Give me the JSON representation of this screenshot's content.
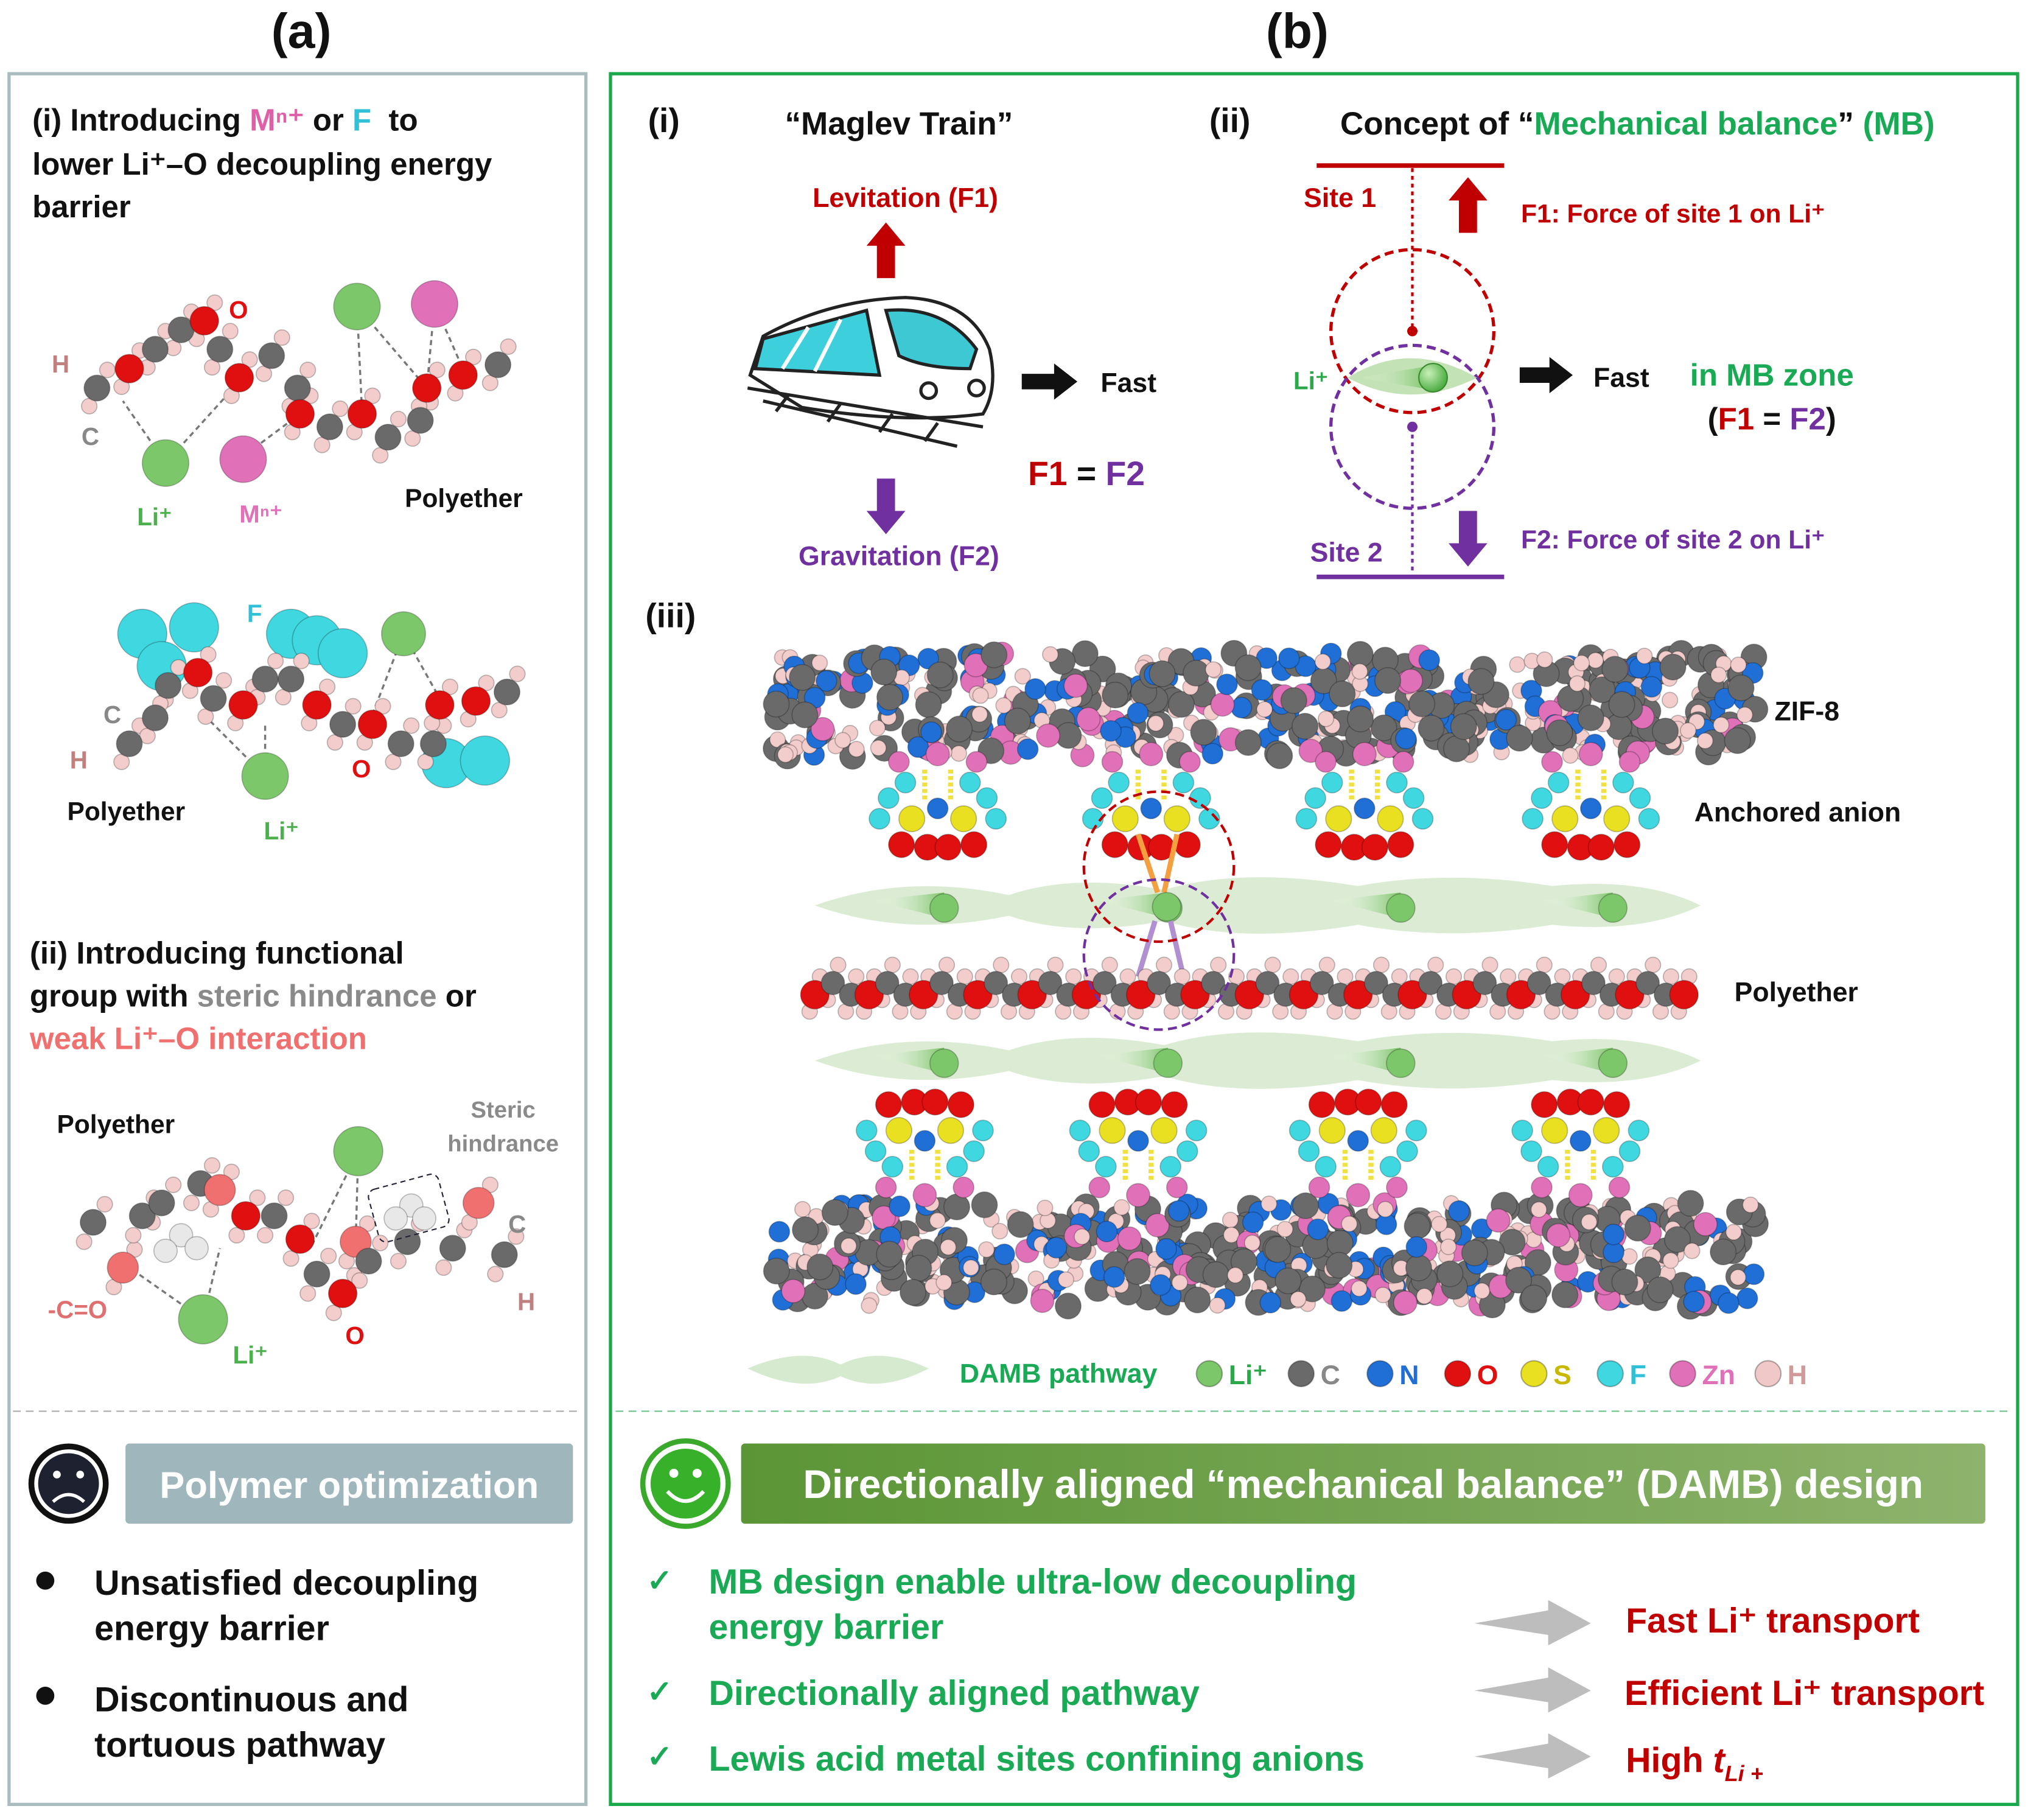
{
  "panel_a": {
    "label": "(a)",
    "section_i": {
      "line1_prefix": "(i) Introducing ",
      "line1_m": "Mⁿ⁺",
      "line1_or": " or ",
      "line1_f": "F",
      "line1_suffix": "  to",
      "line2": "lower Li⁺–O decoupling energy",
      "line3": "barrier",
      "mol1": {
        "o": "O",
        "h": "H",
        "c": "C",
        "li": "Li⁺",
        "m": "Mⁿ⁺",
        "polyether": "Polyether"
      },
      "mol2": {
        "f": "F",
        "c": "C",
        "h": "H",
        "o": "O",
        "polyether": "Polyether",
        "li": "Li⁺"
      }
    },
    "section_ii": {
      "line1": "(ii) Introducing functional",
      "line2_prefix": "group with ",
      "line2_steric": "steric hindrance",
      "line2_suffix": " or",
      "line3": "weak Li⁺–O interaction",
      "mol": {
        "polyether": "Polyether",
        "steric1": "Steric",
        "steric2": "hindrance",
        "c": "C",
        "h": "H",
        "co": "-C=O",
        "li": "Li⁺",
        "o": "O"
      }
    },
    "banner": "Polymer optimization",
    "face_icon": "sad-face-icon",
    "bullets": [
      [
        "Unsatisfied decoupling",
        "energy barrier"
      ],
      [
        "Discontinuous and",
        "tortuous pathway"
      ]
    ]
  },
  "panel_b": {
    "label": "(b)",
    "i": {
      "label": "(i)",
      "title": "“Maglev Train”",
      "levitation": "Levitation (F1)",
      "gravitation": "Gravitation (F2)",
      "fast": "Fast",
      "f1": "F1",
      "eq": " = ",
      "f2": "F2"
    },
    "ii": {
      "label": "(ii)",
      "title_prefix": "Concept of “",
      "title_green": "Mechanical balance",
      "title_mid": "” ",
      "title_mb": "(MB)",
      "site1": "Site 1",
      "site2": "Site 2",
      "f1_desc": "F1: Force of site 1 on Li⁺",
      "f2_desc": "F2: Force of site 2 on Li⁺",
      "li": "Li⁺",
      "fast": "Fast",
      "zone": "in MB zone",
      "paren_open": "(",
      "f1": "F1",
      "eq": " = ",
      "f2": "F2",
      "paren_close": ")"
    },
    "iii": {
      "label": "(iii)",
      "zif": "ZIF-8",
      "anion": "Anchored anion",
      "polyether": "Polyether",
      "legend": {
        "pathway": "DAMB pathway",
        "items": [
          {
            "label": "Li⁺",
            "color": "#7cc76a",
            "text_color": "#2aa84a"
          },
          {
            "label": "C",
            "color": "#6a6a6a",
            "text_color": "#888888"
          },
          {
            "label": "N",
            "color": "#1f6fd6",
            "text_color": "#1f6fd6"
          },
          {
            "label": "O",
            "color": "#e01010",
            "text_color": "#e01010"
          },
          {
            "label": "S",
            "color": "#e8e020",
            "text_color": "#c8b800"
          },
          {
            "label": "F",
            "color": "#40d8e0",
            "text_color": "#30c0d8"
          },
          {
            "label": "Zn",
            "color": "#e070b8",
            "text_color": "#e070b8"
          },
          {
            "label": "H",
            "color": "#f0c8c8",
            "text_color": "#d09a9a"
          }
        ]
      }
    },
    "banner": "Directionally aligned “mechanical balance” (DAMB) design",
    "face_icon": "smiley-face-icon",
    "checks": [
      {
        "mark": "✓",
        "lines": [
          "MB design enable ultra-low decoupling",
          "energy barrier"
        ],
        "result": "Fast Li⁺ transport"
      },
      {
        "mark": "✓",
        "lines": [
          "Directionally aligned pathway"
        ],
        "result": "Efficient Li⁺ transport"
      },
      {
        "mark": "✓",
        "lines": [
          "Lewis acid metal sites confining anions"
        ],
        "result_prefix": "High ",
        "result_t": "t",
        "result_sub": "Li +"
      }
    ]
  },
  "colors": {
    "green": "#1aaa55",
    "red": "#c00000",
    "purple": "#7030a0",
    "panel_a_border": "#a9bcc0",
    "panel_b_border": "#1aa84a"
  }
}
